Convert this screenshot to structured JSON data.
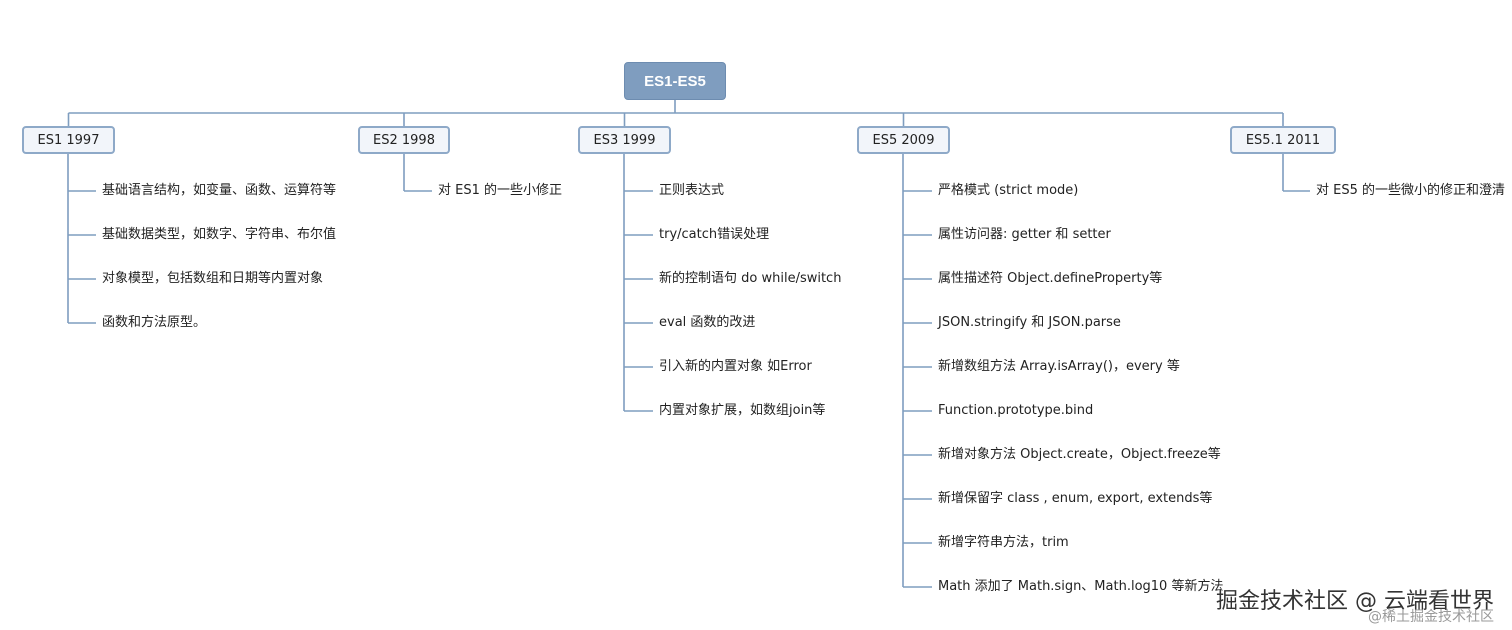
{
  "root": {
    "label": "ES1-ES5"
  },
  "branches": [
    {
      "key": "es1",
      "label": "ES1 1997",
      "items": [
        "基础语言结构，如变量、函数、运算符等",
        "基础数据类型，如数字、字符串、布尔值",
        "对象模型，包括数组和日期等内置对象",
        "函数和方法原型。"
      ]
    },
    {
      "key": "es2",
      "label": "ES2 1998",
      "items": [
        "对 ES1 的一些小修正"
      ]
    },
    {
      "key": "es3",
      "label": "ES3 1999",
      "items": [
        "正则表达式",
        "try/catch错误处理",
        "新的控制语句 do while/switch",
        "eval 函数的改进",
        "引入新的内置对象 如Error",
        "内置对象扩展，如数组join等"
      ]
    },
    {
      "key": "es5",
      "label": "ES5 2009",
      "items": [
        "严格模式 (strict mode)",
        "属性访问器: getter 和 setter",
        "属性描述符 Object.defineProperty等",
        "JSON.stringify 和 JSON.parse",
        "新增数组方法 Array.isArray()，every 等",
        "Function.prototype.bind",
        "新增对象方法 Object.create，Object.freeze等",
        "新增保留字 class , enum, export, extends等",
        "新增字符串方法，trim",
        "Math 添加了 Math.sign、Math.log10 等新方法"
      ]
    },
    {
      "key": "es51",
      "label": "ES5.1  2011",
      "items": [
        "对 ES5 的一些微小的修正和澄清"
      ]
    }
  ],
  "watermark": {
    "main": "掘金技术社区 @ 云端看世界",
    "sub": "@稀土掘金技术社区"
  },
  "colors": {
    "root_fill": "#7f9dbf",
    "branch_border": "#8ea9c8",
    "branch_fill": "#f2f5fa",
    "connector": "#7f9dbf"
  }
}
